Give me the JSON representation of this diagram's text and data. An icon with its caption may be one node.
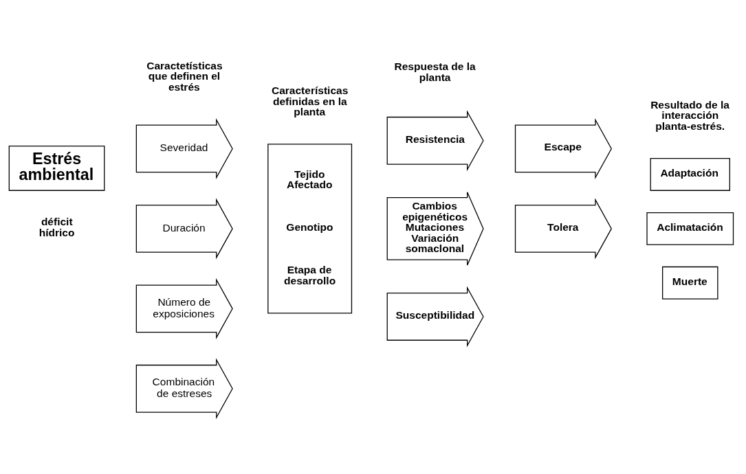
{
  "diagram": {
    "nodes": [
      {
        "text": [
          "Estrés ambiental"
        ],
        "beside": [
          "déficit hídrico"
        ]
      },
      {
        "text": [
          "Severidad"
        ]
      },
      {
        "text": [
          "Duración"
        ]
      },
      {
        "text": [
          "Número de exposiciones"
        ]
      },
      {
        "text": [
          "Combinación de estreses"
        ]
      },
      {
        "text": [
          "Tejido Afectado",
          "Genotipo",
          "Etapa de desarrollo"
        ]
      },
      {
        "text": [
          "Resistencia"
        ]
      },
      {
        "text": [
          "Escape"
        ]
      },
      {
        "text": [
          "Tolera"
        ]
      },
      {
        "text": [
          "Cambios epigenéticos Mutaciones Variación somaclonal"
        ]
      },
      {
        "text": [
          "Susceptibilidad"
        ]
      },
      {
        "text": [
          "Adaptación"
        ]
      },
      {
        "text": [
          "Aclimatación"
        ]
      },
      {
        "text": [
          "Muerte"
        ]
      }
    ],
    "labels": [
      "Caractetísticas que definen el estrés",
      "Características definidas en la planta",
      "Respuesta de la planta",
      "Resultado de la interacción planta-estrés."
    ]
  }
}
